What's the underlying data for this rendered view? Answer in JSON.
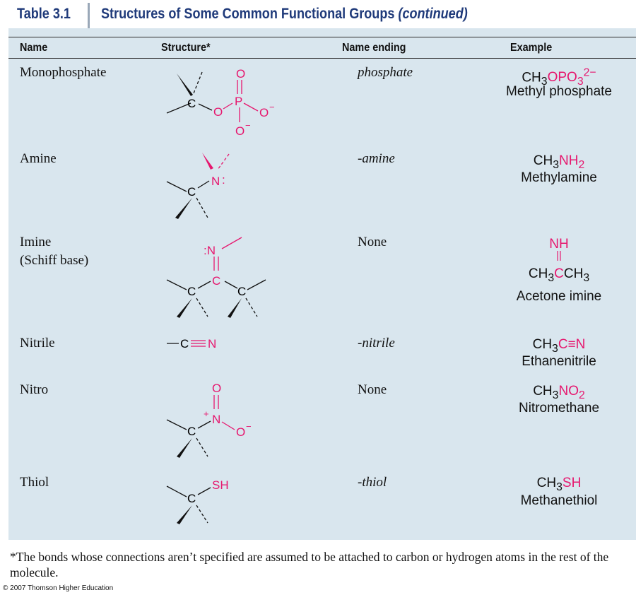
{
  "table": {
    "number": "Table 3.1",
    "title": "Structures of Some Common Functional Groups",
    "title_suffix": "(continued)",
    "columns": {
      "name": "Name",
      "structure": "Structure*",
      "ending": "Name ending",
      "example": "Example"
    },
    "rows": [
      {
        "name": "Monophosphate",
        "ending": "phosphate",
        "example_formula": "CH3OPO3 2−",
        "example_name": "Methyl phosphate"
      },
      {
        "name": "Amine",
        "ending": "-amine",
        "example_formula": "CH3NH2",
        "example_name": "Methylamine"
      },
      {
        "name": "Imine",
        "name_line2": "(Schiff base)",
        "ending": "None",
        "example_formula": "NH = CH3CCH3",
        "example_name": "Acetone imine"
      },
      {
        "name": "Nitrile",
        "ending": "-nitrile",
        "example_formula": "CH3C≡N",
        "example_name": "Ethanenitrile"
      },
      {
        "name": "Nitro",
        "ending": "None",
        "example_formula": "CH3NO2",
        "example_name": "Nitromethane"
      },
      {
        "name": "Thiol",
        "ending": "-thiol",
        "example_formula": "CH3SH",
        "example_name": "Methanethiol"
      }
    ]
  },
  "footnote": "*The bonds whose connections aren’t specified are assumed to be attached to carbon or hydrogen atoms in the rest of the molecule.",
  "copyright": "© 2007 Thomson Higher Education",
  "colors": {
    "title": "#1f3a7a",
    "panel": "#d9e6ee",
    "functional_group": "#e6176e"
  }
}
